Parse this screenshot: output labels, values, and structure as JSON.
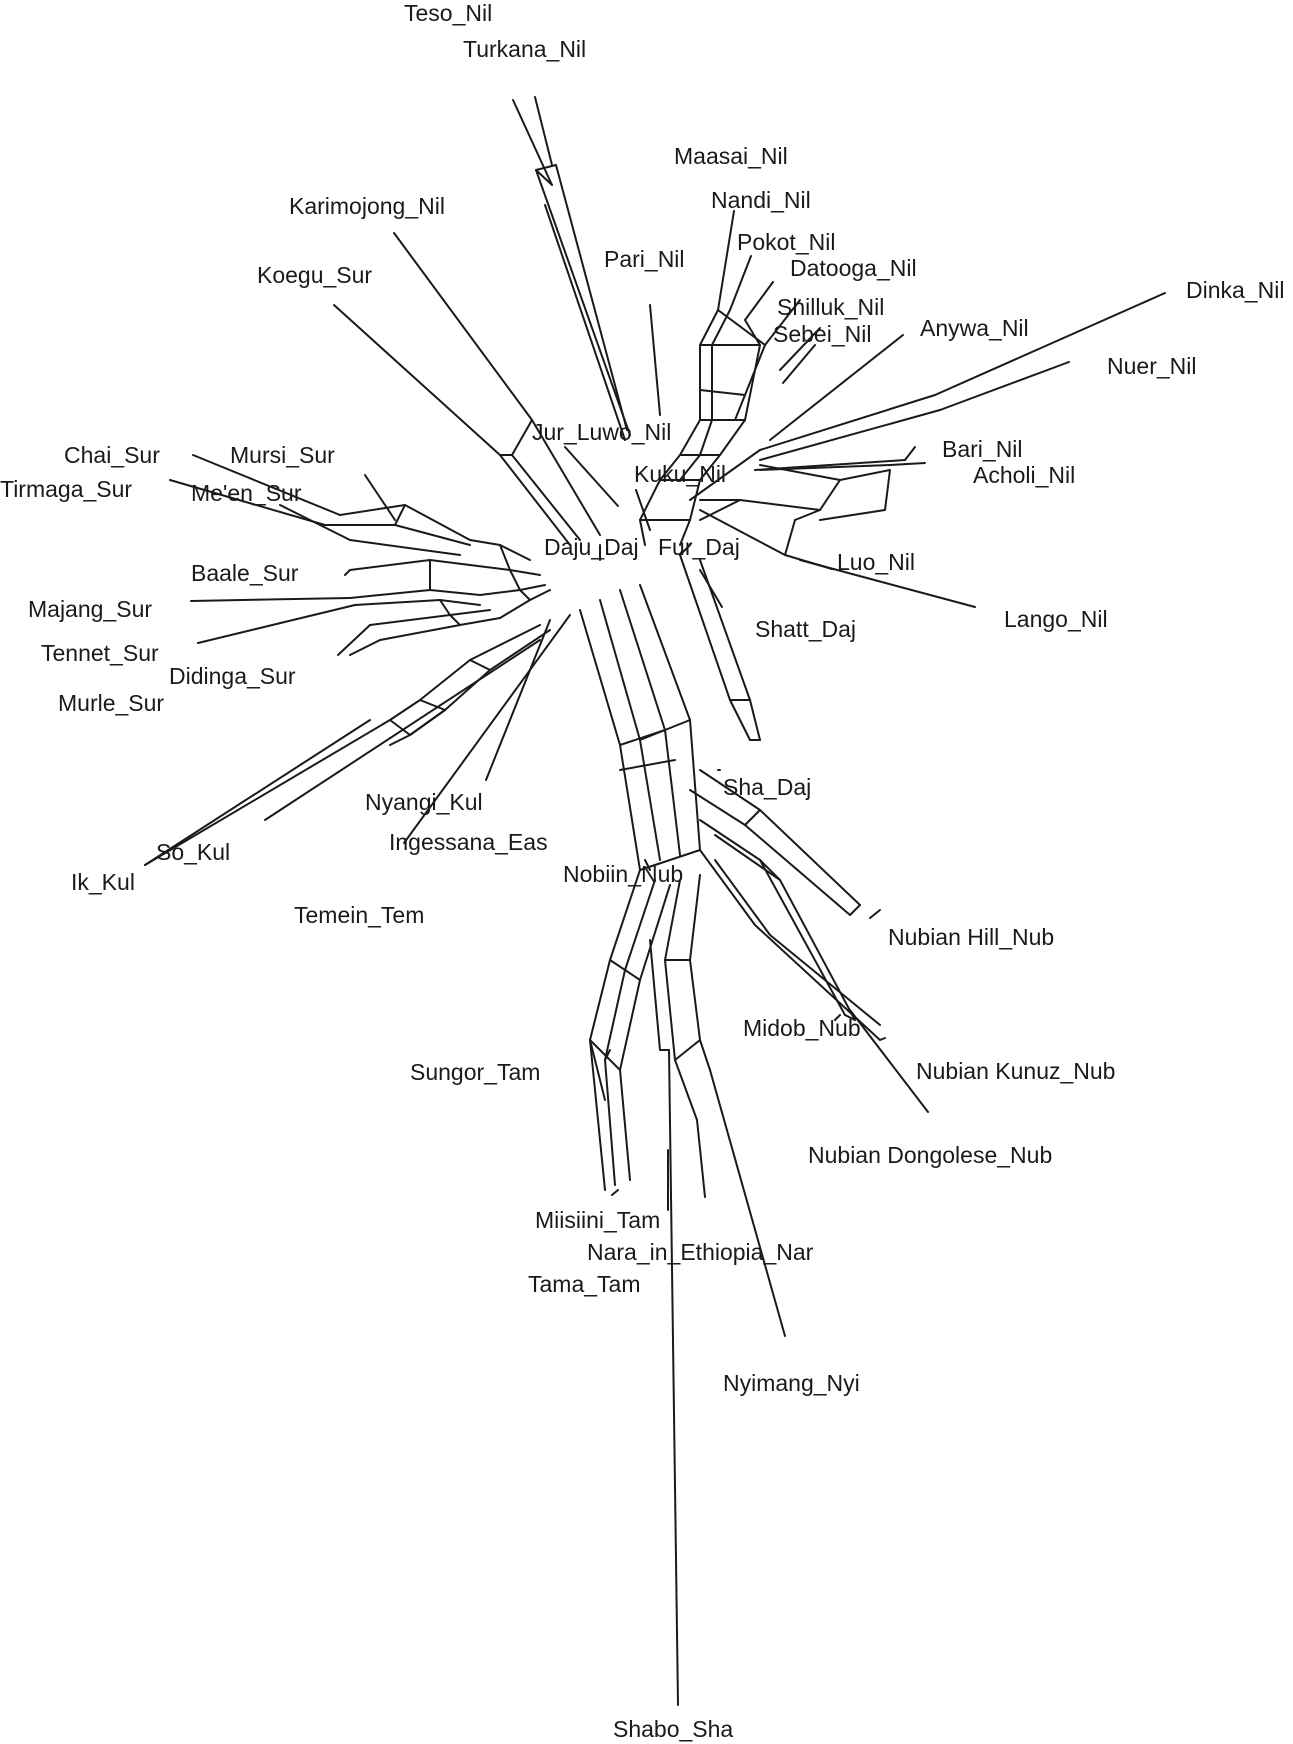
{
  "figure": {
    "type": "splits-network",
    "colors": {
      "line": "#1a1a1a",
      "text": "#1a1a1a",
      "background": "#ffffff"
    }
  },
  "taxa": [
    {
      "id": "teso",
      "label": "Teso_Nil"
    },
    {
      "id": "turkana",
      "label": "Turkana_Nil"
    },
    {
      "id": "maasai",
      "label": "Maasai_Nil"
    },
    {
      "id": "nandi",
      "label": "Nandi_Nil"
    },
    {
      "id": "karimojong",
      "label": "Karimojong_Nil"
    },
    {
      "id": "pokot",
      "label": "Pokot_Nil"
    },
    {
      "id": "pari",
      "label": "Pari_Nil"
    },
    {
      "id": "datooga",
      "label": "Datooga_Nil"
    },
    {
      "id": "koegu",
      "label": "Koegu_Sur"
    },
    {
      "id": "dinka",
      "label": "Dinka_Nil"
    },
    {
      "id": "shilluk",
      "label": "Shilluk_Nil"
    },
    {
      "id": "sebei",
      "label": "Sebei_Nil"
    },
    {
      "id": "anywa",
      "label": "Anywa_Nil"
    },
    {
      "id": "nuer",
      "label": "Nuer_Nil"
    },
    {
      "id": "jurluwo",
      "label": "Jur_Luwo_Nil"
    },
    {
      "id": "bari",
      "label": "Bari_Nil"
    },
    {
      "id": "chai",
      "label": "Chai_Sur"
    },
    {
      "id": "mursi",
      "label": "Mursi_Sur"
    },
    {
      "id": "kuku",
      "label": "Kuku_Nil"
    },
    {
      "id": "acholi",
      "label": "Acholi_Nil"
    },
    {
      "id": "tirmaga",
      "label": "Tirmaga_Sur"
    },
    {
      "id": "meen",
      "label": "Me'en_Sur"
    },
    {
      "id": "daju",
      "label": "Daju_Daj"
    },
    {
      "id": "fur",
      "label": "Fur_Daj"
    },
    {
      "id": "luo",
      "label": "Luo_Nil"
    },
    {
      "id": "baale",
      "label": "Baale_Sur"
    },
    {
      "id": "majang",
      "label": "Majang_Sur"
    },
    {
      "id": "lango",
      "label": "Lango_Nil"
    },
    {
      "id": "shatt",
      "label": "Shatt_Daj"
    },
    {
      "id": "tennet",
      "label": "Tennet_Sur"
    },
    {
      "id": "didinga",
      "label": "Didinga_Sur"
    },
    {
      "id": "murle",
      "label": "Murle_Sur"
    },
    {
      "id": "sha",
      "label": "Sha_Daj"
    },
    {
      "id": "nyangi",
      "label": "Nyangi_Kul"
    },
    {
      "id": "ingessana",
      "label": "Ingessana_Eas"
    },
    {
      "id": "so",
      "label": "So_Kul"
    },
    {
      "id": "nobiin",
      "label": "Nobiin_Nub"
    },
    {
      "id": "ik",
      "label": "Ik_Kul"
    },
    {
      "id": "temein",
      "label": "Temein_Tem"
    },
    {
      "id": "nubianhill",
      "label": "Nubian Hill_Nub"
    },
    {
      "id": "midob",
      "label": "Midob_Nub"
    },
    {
      "id": "sungor",
      "label": "Sungor_Tam"
    },
    {
      "id": "kunuz",
      "label": "Nubian Kunuz_Nub"
    },
    {
      "id": "dongolese",
      "label": "Nubian Dongolese_Nub"
    },
    {
      "id": "miisiini",
      "label": "Miisiini_Tam"
    },
    {
      "id": "nara",
      "label": "Nara_in_Ethiopia_Nar"
    },
    {
      "id": "tama",
      "label": "Tama_Tam"
    },
    {
      "id": "nyimang",
      "label": "Nyimang_Nyi"
    },
    {
      "id": "shabo",
      "label": "Shabo_Sha"
    }
  ]
}
